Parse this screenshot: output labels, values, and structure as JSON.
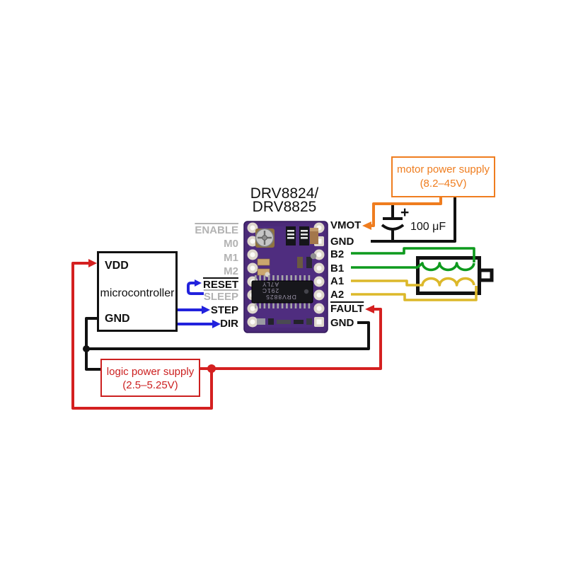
{
  "diagram_title": {
    "line1": "DRV8824/",
    "line2": "DRV8825"
  },
  "microcontroller": {
    "name": "microcontroller",
    "pin_vdd": "VDD",
    "pin_gnd": "GND"
  },
  "driver": {
    "left_pins": [
      {
        "label": "ENABLE",
        "muted": true,
        "overline": true
      },
      {
        "label": "M0",
        "muted": true,
        "overline": false
      },
      {
        "label": "M1",
        "muted": true,
        "overline": false
      },
      {
        "label": "M2",
        "muted": true,
        "overline": false
      },
      {
        "label": "RESET",
        "muted": false,
        "overline": true
      },
      {
        "label": "SLEEP",
        "muted": true,
        "overline": true
      },
      {
        "label": "STEP",
        "muted": false,
        "overline": false
      },
      {
        "label": "DIR",
        "muted": false,
        "overline": false
      }
    ],
    "right_pins": [
      {
        "label": "VMOT",
        "overline": false
      },
      {
        "label": "GND",
        "overline": false
      },
      {
        "label": "B2",
        "overline": false
      },
      {
        "label": "B1",
        "overline": false
      },
      {
        "label": "A1",
        "overline": false
      },
      {
        "label": "A2",
        "overline": false
      },
      {
        "label": "FAULT",
        "overline": true
      },
      {
        "label": "GND",
        "overline": false
      }
    ],
    "chip_marking_line1": "DRV8825",
    "chip_marking_line2": "291C",
    "chip_marking_line3": "A7LY"
  },
  "motor_power_supply": {
    "line1": "motor power supply",
    "line2": "(8.2–45V)"
  },
  "logic_power_supply": {
    "line1": "logic power supply",
    "line2": "(2.5–5.25V)"
  },
  "capacitor": {
    "polarity": "+",
    "value": "100 μF"
  },
  "colors": {
    "motor_supply_orange": "#ef7d1f",
    "logic_supply_red": "#d42020",
    "signal_blue": "#2222dd",
    "coil_b_green": "#0d9a1d",
    "coil_a_yellow": "#dcb82a",
    "ground_black": "#111111",
    "board_purple": "#4b2a78"
  }
}
